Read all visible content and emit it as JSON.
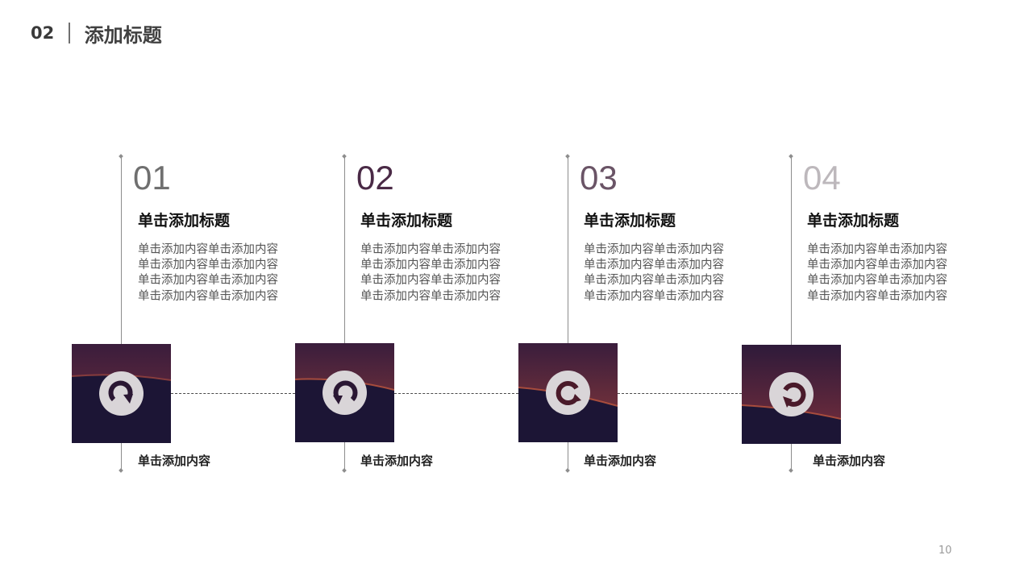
{
  "header": {
    "section_number": "02",
    "title": "添加标题"
  },
  "steps": [
    {
      "number": "01",
      "number_color": "#6f6f6f",
      "title": "单击添加标题",
      "lines": [
        "单击添加内容单击添加内容",
        "单击添加内容单击添加内容",
        "单击添加内容单击添加内容",
        "单击添加内容单击添加内容"
      ],
      "caption": "单击添加内容",
      "icon": "rotate-cw-arrow-icon"
    },
    {
      "number": "02",
      "number_color": "#4a2a46",
      "title": "单击添加标题",
      "lines": [
        "单击添加内容单击添加内容",
        "单击添加内容单击添加内容",
        "单击添加内容单击添加内容",
        "单击添加内容单击添加内容"
      ],
      "caption": "单击添加内容",
      "icon": "refresh-arrow-icon"
    },
    {
      "number": "03",
      "number_color": "#6a5466",
      "title": "单击添加标题",
      "lines": [
        "单击添加内容单击添加内容",
        "单击添加内容单击添加内容",
        "单击添加内容单击添加内容",
        "单击添加内容单击添加内容"
      ],
      "caption": "单击添加内容",
      "icon": "redo-arrow-icon"
    },
    {
      "number": "04",
      "number_color": "#bdb8bc",
      "title": "单击添加标题",
      "lines": [
        "单击添加内容单击添加内容",
        "单击添加内容单击添加内容",
        "单击添加内容单击添加内容",
        "单击添加内容单击添加内容"
      ],
      "caption": "单击添加内容",
      "icon": "undo-arrow-icon"
    }
  ],
  "colors": {
    "tile_dark": "#1c1535",
    "tile_sky_top": "#3a1d3c",
    "tile_sky_glow": "#7a2f3c",
    "icon_circle": "#d9d5d8",
    "icon_arrow": "#2a1733"
  },
  "page_number": "10"
}
